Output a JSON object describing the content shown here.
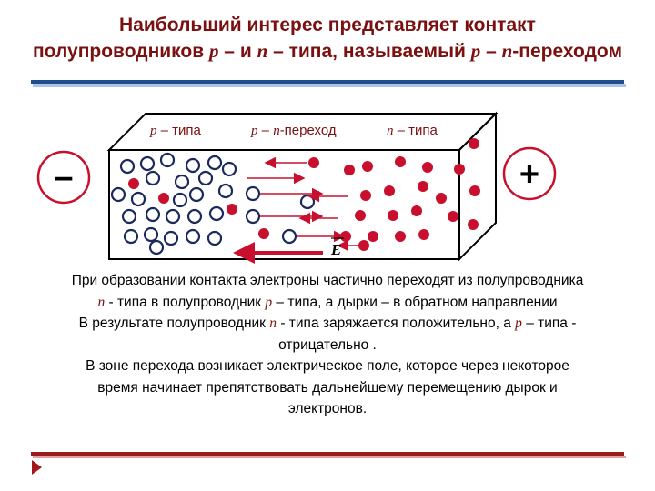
{
  "title": {
    "line1": "Наибольший интерес представляет контакт",
    "line2_part1": "полупроводников ",
    "p": "p",
    "dash_and": " – и ",
    "n": "n",
    "dash_type": " – типа, называемый ",
    "p2": "p",
    "dash": " – ",
    "n2": "n",
    "suffix": "-переходом"
  },
  "diagram": {
    "label_p_type_var": "p",
    "label_p_type_text": " – типа",
    "label_junction_p": "p",
    "label_junction_dash": " – ",
    "label_junction_n": "n",
    "label_junction_text": "-переход",
    "label_n_type_var": "n",
    "label_n_type_text": " – типа",
    "minus_sign": "–",
    "plus_sign": "+",
    "field_label": "E",
    "colors": {
      "box_stroke": "#000000",
      "hole_stroke": "#1a2a5a",
      "electron_fill": "#c8102e",
      "arrow": "#c8102e",
      "terminal_stroke": "#c8102e"
    }
  },
  "text": {
    "l1": "При образовании контакта электроны  частично переходят из полупроводника",
    "l2_n": "n",
    "l2_a": " - типа в  полупроводник  ",
    "l2_p": "p",
    "l2_b": " – типа, а дырки – в  обратном направлении",
    "l3_a": "В результате полупроводник ",
    "l3_n": "n",
    "l3_b": " - типа  заряжается положительно, а  ",
    "l3_p": "p",
    "l3_c": " – типа  -",
    "l4": "отрицательно  .",
    "l5": "В зоне перехода  возникает электрическое поле, которое через некоторое",
    "l6": "время  начинает препятствовать  дальнейшему перемещению дырок и",
    "l7": "электронов."
  }
}
